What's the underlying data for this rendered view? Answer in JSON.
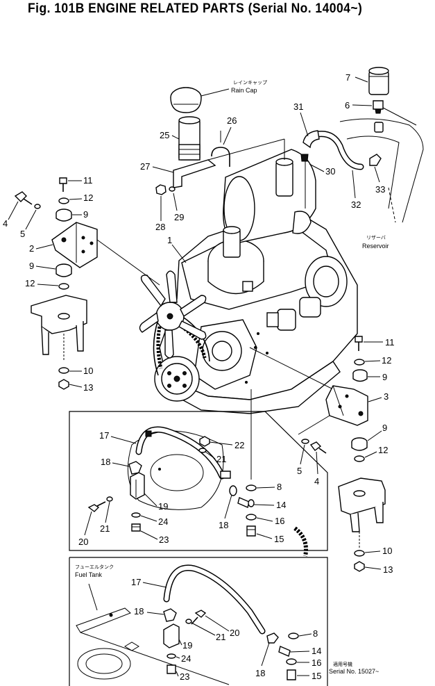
{
  "title": "Fig. 101B  ENGINE  RELATED  PARTS  (Serial  No. 14004~)",
  "labels": {
    "rain_cap_jp": "レインキャップ",
    "rain_cap": "Rain Cap",
    "reservoir_jp": "リザーバ",
    "reservoir": "Reservoir",
    "fuel_tank_jp": "フューエルタンク",
    "fuel_tank": "Fuel Tank",
    "serial_jp": "適用号機",
    "serial": "Serial No. 15027~"
  },
  "callouts": {
    "c1": "1",
    "c2": "2",
    "c3": "3",
    "c4a": "4",
    "c4b": "4",
    "c5a": "5",
    "c5b": "5",
    "c6": "6",
    "c7": "7",
    "c8a": "8",
    "c8b": "8",
    "c9a": "9",
    "c9b": "9",
    "c9c": "9",
    "c9d": "9",
    "c10a": "10",
    "c10b": "10",
    "c11a": "11",
    "c11b": "11",
    "c12a": "12",
    "c12b": "12",
    "c12c": "12",
    "c12d": "12",
    "c13a": "13",
    "c13b": "13",
    "c14a": "14",
    "c14b": "14",
    "c15a": "15",
    "c15b": "15",
    "c16a": "16",
    "c16b": "16",
    "c17a": "17",
    "c17b": "17",
    "c18a": "18",
    "c18b": "18",
    "c18c": "18",
    "c18d": "18",
    "c19a": "19",
    "c19b": "19",
    "c20a": "20",
    "c20b": "20",
    "c21a": "21",
    "c21b": "21",
    "c21c": "21",
    "c22": "22",
    "c23a": "23",
    "c23b": "23",
    "c24a": "24",
    "c24b": "24",
    "c25": "25",
    "c26": "26",
    "c27": "27",
    "c28": "28",
    "c29": "29",
    "c30": "30",
    "c31": "31",
    "c32": "32",
    "c33": "33"
  }
}
